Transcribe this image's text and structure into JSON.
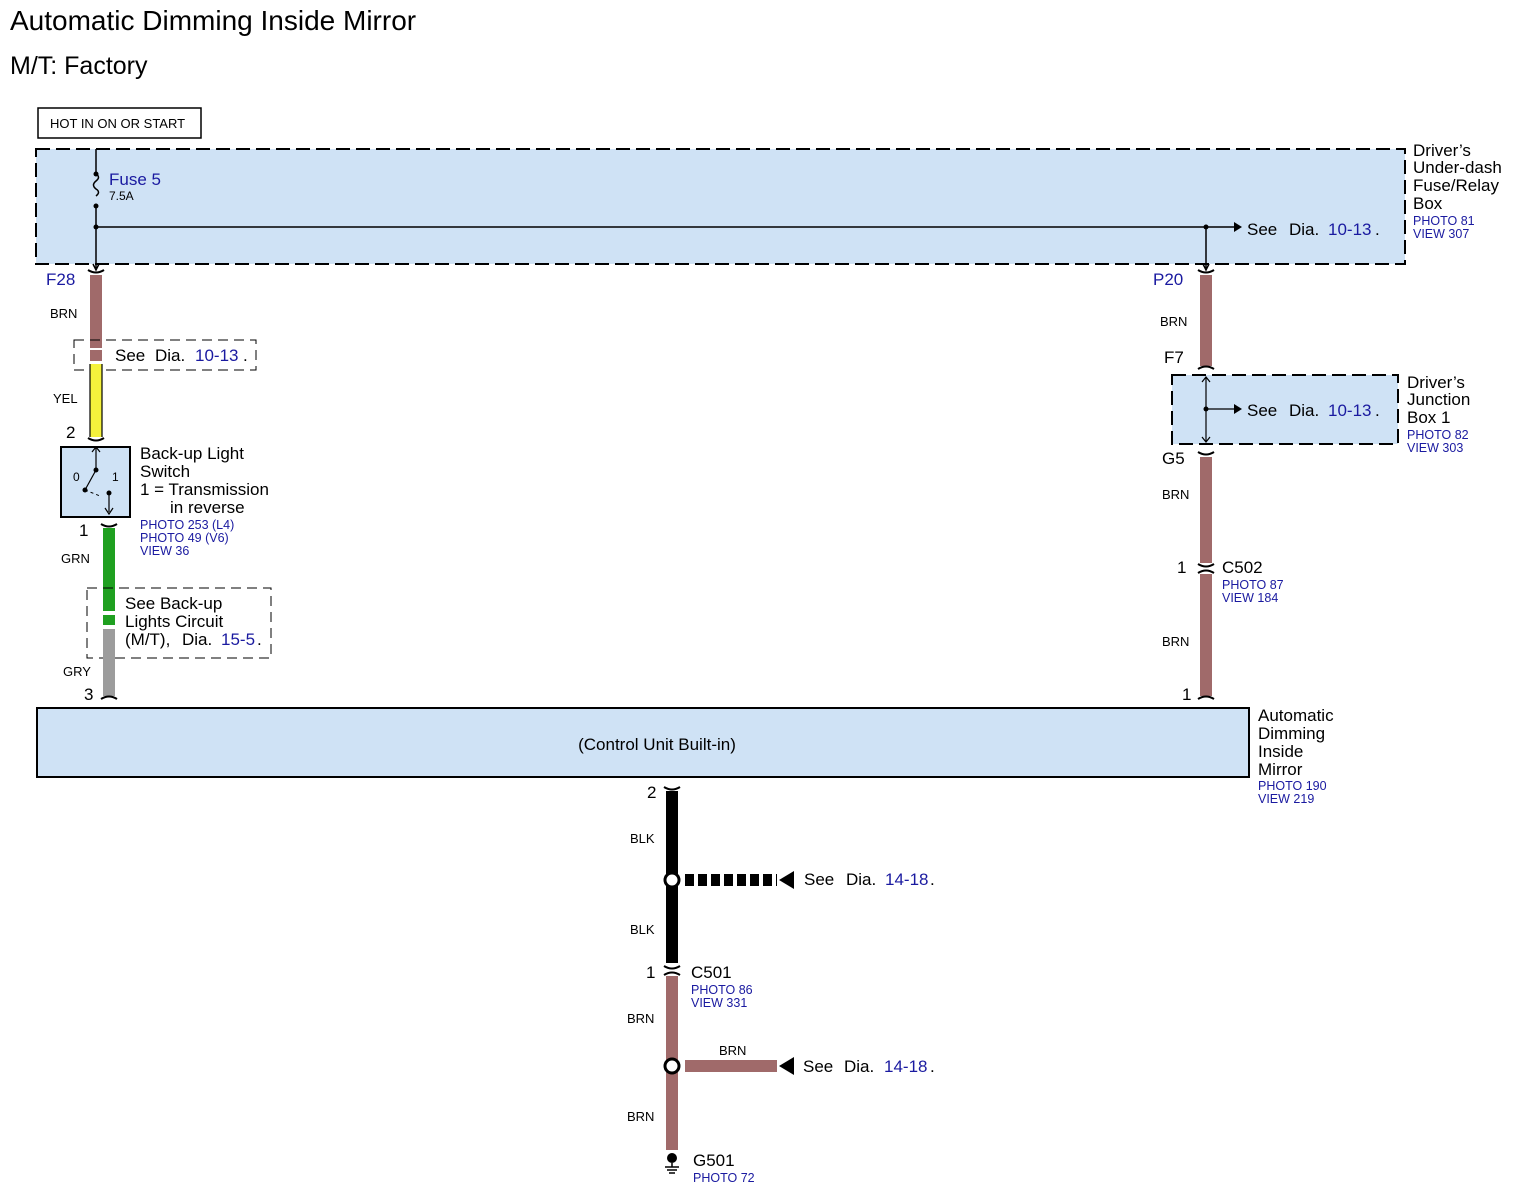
{
  "title": "Automatic Dimming Inside Mirror",
  "subtitle": "M/T: Factory",
  "hot_label": "HOT IN ON OR START",
  "fuse_box": {
    "name_lines": [
      "Driver’s",
      "Under-dash",
      "Fuse/Relay",
      "Box"
    ],
    "photo": "PHOTO 81",
    "view": "VIEW 307",
    "fuse_name": "Fuse 5",
    "fuse_rating": "7.5A",
    "ref_see": "See",
    "ref_dia": "Dia.",
    "ref_num": "10-13",
    "ref_dot": "."
  },
  "left_branch": {
    "conn_top": "F28",
    "wire1": "BRN",
    "ref_see": "See",
    "ref_dia": "Dia.",
    "ref_num": "10-13",
    "ref_dot": ".",
    "wire2": "YEL",
    "pin_in": "2",
    "switch_lines": [
      "Back-up Light",
      "Switch",
      "1 = Transmission",
      "in reverse"
    ],
    "switch_pos0": "0",
    "switch_pos1": "1",
    "photos": [
      "PHOTO 253 (L4)",
      "PHOTO 49 (V6)",
      "VIEW 36"
    ],
    "pin_out": "1",
    "wire3": "GRN",
    "ref2_lines": [
      "See Back-up",
      "Lights Circuit"
    ],
    "ref2_mt": "(M/T),",
    "ref2_dia": "Dia.",
    "ref2_num": "15-5",
    "ref2_dot": ".",
    "wire4": "GRY",
    "pin_mirror": "3"
  },
  "right_branch": {
    "conn_top": "P20",
    "wire1": "BRN",
    "conn_f7": "F7",
    "junction_lines": [
      "Driver’s",
      "Junction",
      "Box 1"
    ],
    "junction_photo": "PHOTO 82",
    "junction_view": "VIEW 303",
    "ref_see": "See",
    "ref_dia": "Dia.",
    "ref_num": "10-13",
    "ref_dot": ".",
    "conn_g5": "G5",
    "wire2": "BRN",
    "c502_pin": "1",
    "c502": "C502",
    "c502_photo": "PHOTO 87",
    "c502_view": "VIEW 184",
    "wire3": "BRN",
    "pin_mirror": "1"
  },
  "mirror": {
    "inner": "(Control Unit Built-in)",
    "name_lines": [
      "Automatic",
      "Dimming",
      "Inside",
      "Mirror"
    ],
    "photo": "PHOTO 190",
    "view": "VIEW 219"
  },
  "ground_branch": {
    "pin_top": "2",
    "wire1": "BLK",
    "shield_see": "See",
    "shield_dia": "Dia.",
    "shield_num": "14-18",
    "shield_dot": ".",
    "wire2": "BLK",
    "c501_pin": "1",
    "c501": "C501",
    "c501_photo": "PHOTO 86",
    "c501_view": "VIEW 331",
    "wire3": "BRN",
    "splice_wire": "BRN",
    "splice_see": "See",
    "splice_dia": "Dia.",
    "splice_num": "14-18",
    "splice_dot": ".",
    "wire4": "BRN",
    "ground": "G501",
    "ground_photo": "PHOTO 72"
  },
  "colors": {
    "box_fill": "#cfe2f5",
    "brn": "#a06a6a",
    "yel": "#f5f23c",
    "grn": "#1fa020",
    "gry": "#9c9c9c",
    "blk": "#000000",
    "link": "#1a1aa0"
  }
}
